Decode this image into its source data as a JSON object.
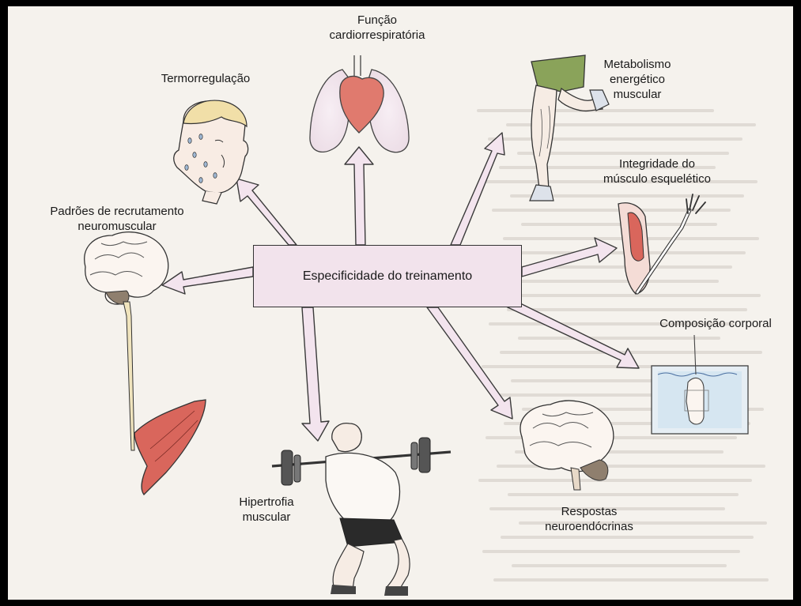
{
  "center": "Especificidade do treinamento",
  "nodes": {
    "cardio": "Função\ncardiorrespiratória",
    "termo": "Termorregulação",
    "metab": "Metabolismo\nenergético\nmuscular",
    "integ": "Integridade do\nmúsculo esquelético",
    "recrut": "Padrões de recrutamento\nneuromuscular",
    "comp": "Composição corporal",
    "hiper": "Hipertrofia\nmuscular",
    "neuro": "Respostas\nneuroendócrinas"
  },
  "colors": {
    "arrow_fill": "#f3e4ee",
    "box_fill": "#f2e3ec",
    "accent_red": "#e07a6e",
    "skin": "#f6e6dc",
    "shorts": "#8aa35a"
  }
}
